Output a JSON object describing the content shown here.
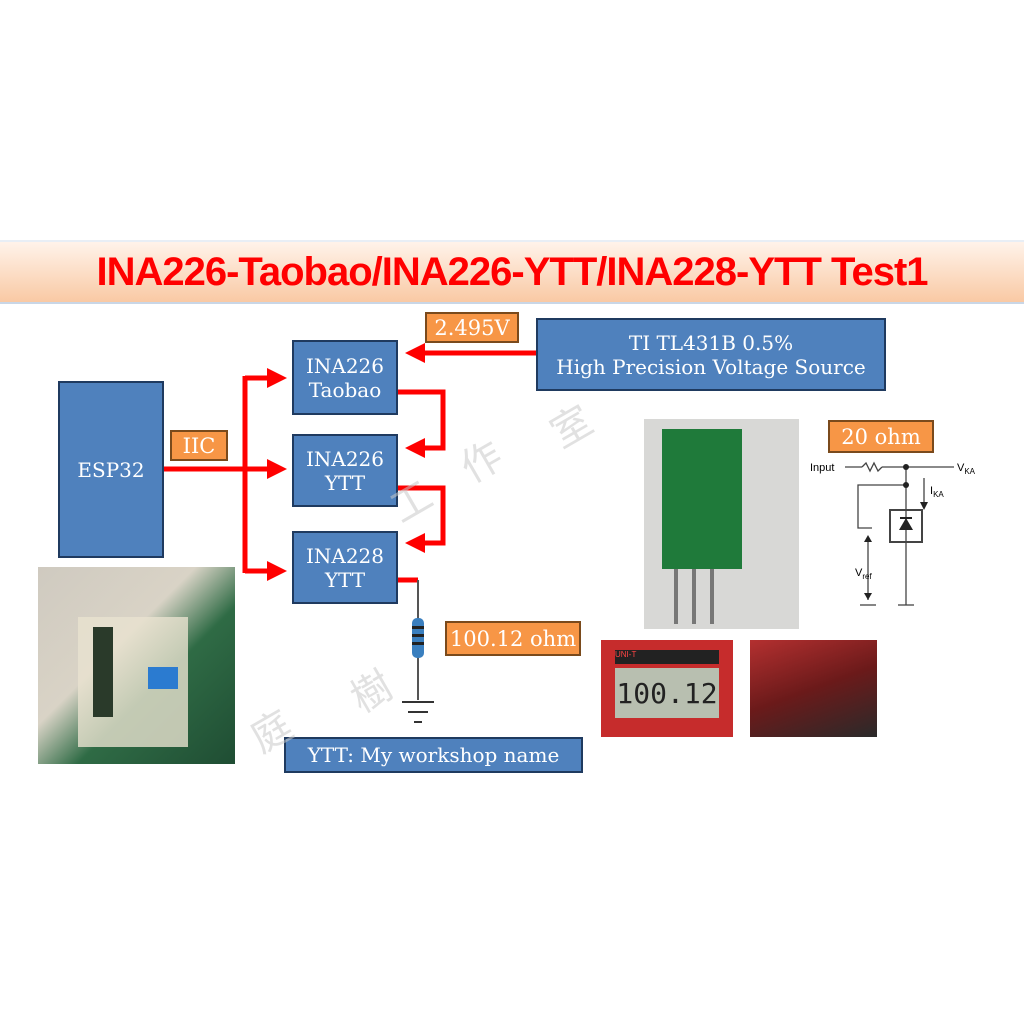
{
  "title": "INA226-Taobao/INA226-YTT/INA228-YTT Test1",
  "blocks": {
    "esp32": "ESP32",
    "iic": "IIC",
    "ina226_taobao": [
      "INA226",
      "Taobao"
    ],
    "ina226_ytt": [
      "INA226",
      "YTT"
    ],
    "ina228_ytt": [
      "INA228",
      "YTT"
    ],
    "voltage_label": "2.495V",
    "source": [
      "TI TL431B 0.5%",
      "High Precision Voltage Source"
    ],
    "resistor_20": "20 ohm",
    "resistor_100": "100.12 ohm",
    "note": "YTT: My workshop name"
  },
  "schematic": {
    "input": "Input",
    "vka": "V",
    "vka_sub": "KA",
    "ika": "I",
    "ika_sub": "KA",
    "vref": "V",
    "vref_sub": "ref"
  },
  "multimeter": {
    "reading": "100.12",
    "brand": "UNI-T"
  },
  "watermark": [
    "庭",
    "樹",
    "工",
    "作",
    "室"
  ],
  "colors": {
    "arrow": "#ff0000",
    "block": "#4f81bd",
    "label": "#f79646",
    "title": "#ff0000"
  }
}
